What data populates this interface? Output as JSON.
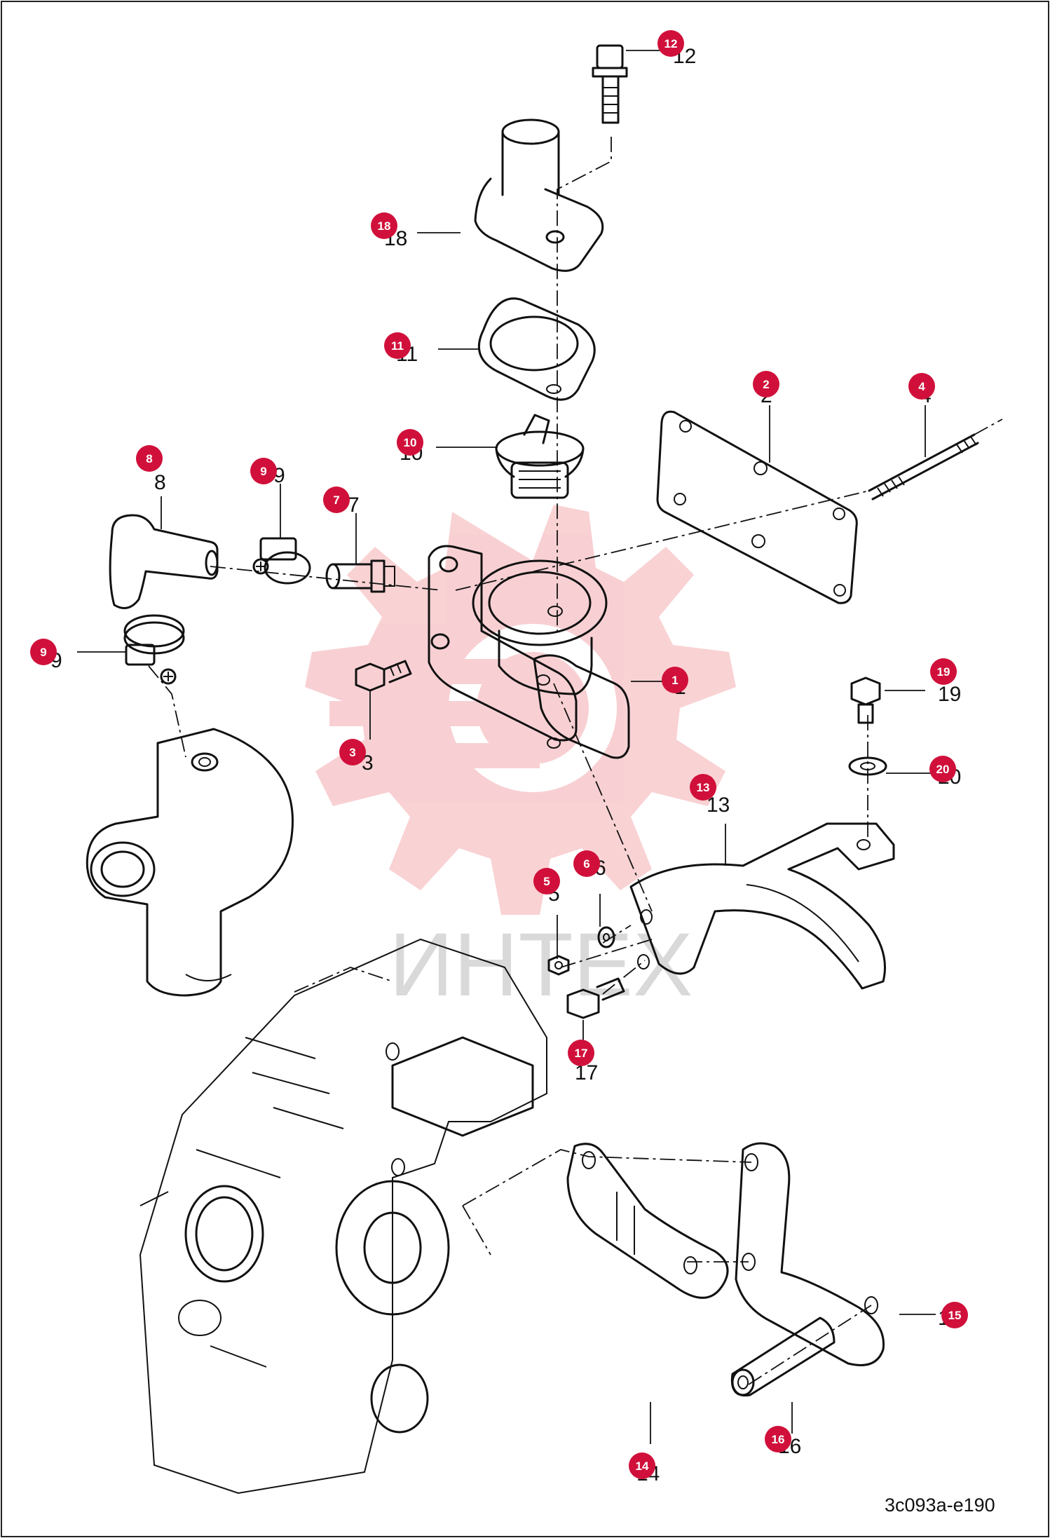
{
  "diagram_code": "3c093a-e190",
  "watermark_text": "ИНТЕХ",
  "accent_color": "#d0103a",
  "callouts": [
    {
      "id": "1",
      "label": "1"
    },
    {
      "id": "2",
      "label": "2"
    },
    {
      "id": "3",
      "label": "3"
    },
    {
      "id": "4",
      "label": "4"
    },
    {
      "id": "5",
      "label": "5"
    },
    {
      "id": "6",
      "label": "6"
    },
    {
      "id": "7",
      "label": "7"
    },
    {
      "id": "8",
      "label": "8"
    },
    {
      "id": "9a",
      "label": "9"
    },
    {
      "id": "9b",
      "label": "9"
    },
    {
      "id": "10",
      "label": "10"
    },
    {
      "id": "11",
      "label": "11"
    },
    {
      "id": "12",
      "label": "12"
    },
    {
      "id": "13",
      "label": "13"
    },
    {
      "id": "14",
      "label": "14"
    },
    {
      "id": "15",
      "label": "15"
    },
    {
      "id": "16",
      "label": "16"
    },
    {
      "id": "17",
      "label": "17"
    },
    {
      "id": "18",
      "label": "18"
    },
    {
      "id": "19",
      "label": "19"
    },
    {
      "id": "20",
      "label": "20"
    }
  ]
}
